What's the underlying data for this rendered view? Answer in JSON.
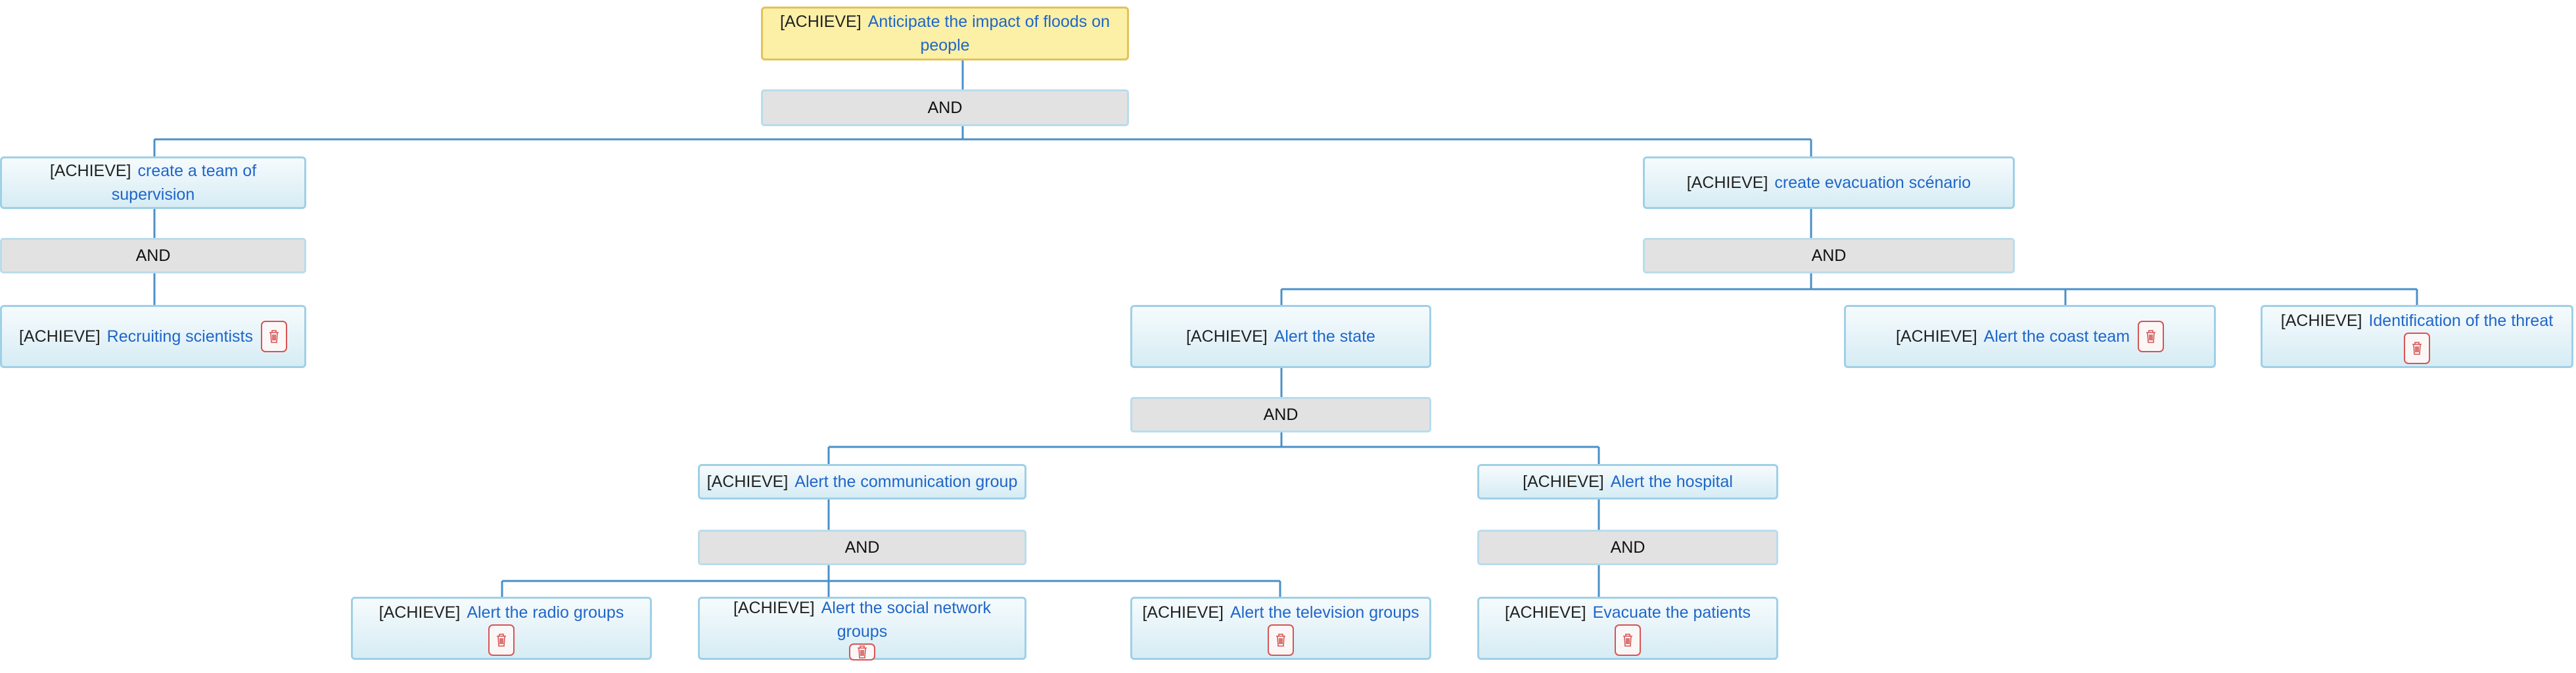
{
  "colors": {
    "edge": "#4a90c9",
    "title": "#1f66c9",
    "delete": "#d55555"
  },
  "tag": "[ACHIEVE]",
  "operator": "AND",
  "goals": {
    "g0": {
      "title": "Anticipate the impact of floods on people"
    },
    "g1": {
      "title": "create  a team of supervision"
    },
    "g2": {
      "title": "create evacuation scénario"
    },
    "g3": {
      "title": "Recruiting scientists"
    },
    "g4": {
      "title": "Alert the state"
    },
    "g5": {
      "title": "Alert the coast team"
    },
    "g6": {
      "title": "Identification of the threat"
    },
    "g7": {
      "title": "Alert the communication group"
    },
    "g8": {
      "title": "Alert the hospital"
    },
    "g9": {
      "title": "Alert the radio groups"
    },
    "g10": {
      "title": "Alert the social network groups"
    },
    "g11": {
      "title": "Alert the television groups"
    },
    "g12": {
      "title": "Evacuate the patients"
    }
  },
  "delete_icon": "trash-icon"
}
